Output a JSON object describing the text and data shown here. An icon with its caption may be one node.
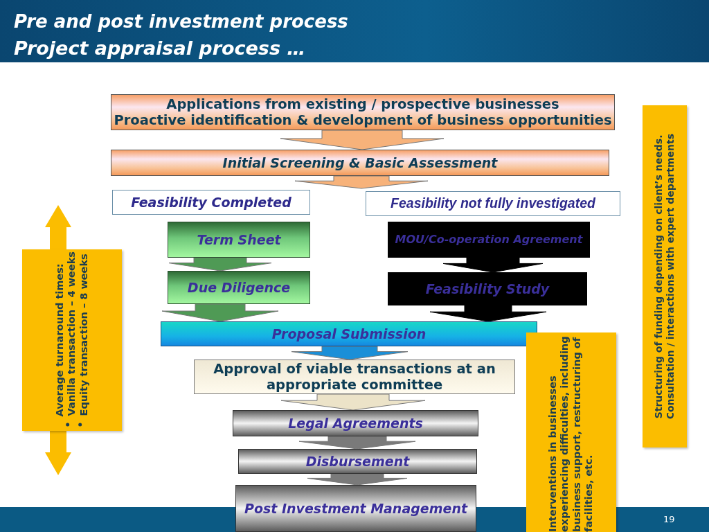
{
  "diagram": {
    "title": "Pre and post investment process",
    "nodes": [
      {
        "text": [
          "Applications from existing / prospective businesses",
          "Proactive identification & development of business opportunities"
        ]
      },
      {
        "text": [
          "Initial Screening & Basic Assessment"
        ]
      },
      {
        "text": [
          "Feasibility Completed"
        ]
      },
      {
        "text": [
          "Feasibility not fully investigated"
        ]
      },
      {
        "text": [
          "Term Sheet"
        ]
      },
      {
        "text": [
          "Due Diligence"
        ]
      },
      {
        "text": [
          "MOU/Co-operation Agreement"
        ]
      },
      {
        "text": [
          "Feasibility Study"
        ]
      },
      {
        "text": [
          "Proposal Submission"
        ]
      },
      {
        "text": [
          "Approval of viable transactions at an appropriate committee"
        ]
      },
      {
        "text": [
          "Legal Agreements"
        ]
      },
      {
        "text": [
          "Disbursement"
        ]
      },
      {
        "text": [
          "Post Investment Management"
        ]
      },
      {
        "text": [
          "Average turnaround times:",
          "Vanilla transaction – 4 weeks",
          "Equity transaction – 8 weeks"
        ]
      },
      {
        "text": [
          "Interventions in businesses experiencing difficulties, including business support, restructuring of facilities, etc."
        ]
      },
      {
        "text": [
          "Structuring of funding depending on client’s needs.",
          "Consultation / interactions with expert departments"
        ]
      }
    ],
    "edges": [
      {
        "from": 0,
        "to": 1,
        "arrow": "to",
        "color": "#f7b27a"
      },
      {
        "from": 1,
        "to": null,
        "arrow": "to",
        "color": "#f7b27a"
      },
      {
        "from": 4,
        "to": 5,
        "arrow": "to",
        "color": "#4f9a55"
      },
      {
        "from": 5,
        "to": 8,
        "arrow": "to",
        "color": "#4f9a55"
      },
      {
        "from": 6,
        "to": 7,
        "arrow": "to",
        "color": "#000000"
      },
      {
        "from": 7,
        "to": 8,
        "arrow": "to",
        "color": "#000000"
      },
      {
        "from": 8,
        "to": 9,
        "arrow": "to",
        "color": "#1a8fd8"
      },
      {
        "from": 9,
        "to": 10,
        "arrow": "to",
        "color": "#ece3c8"
      },
      {
        "from": 10,
        "to": 11,
        "arrow": "to",
        "color": "#7a7a7a"
      },
      {
        "from": 11,
        "to": 12,
        "arrow": "to",
        "color": "#7a7a7a"
      }
    ],
    "labels": [
      "Project appraisal process …",
      "19"
    ]
  }
}
